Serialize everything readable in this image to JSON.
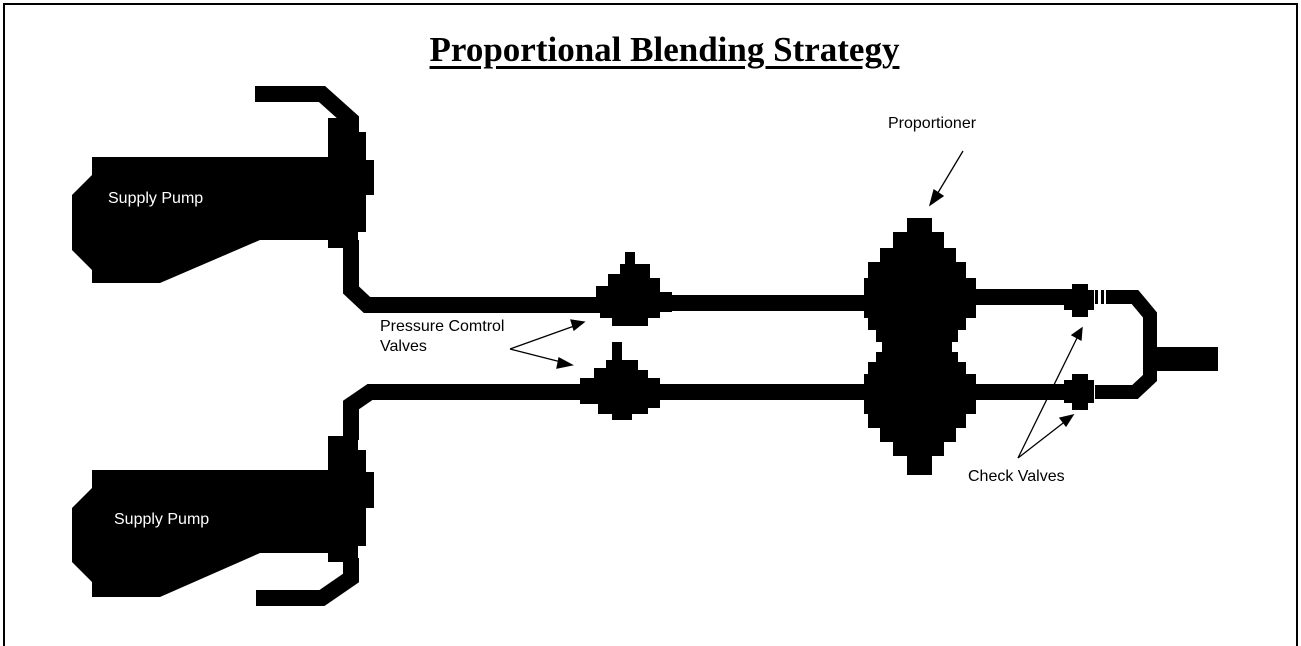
{
  "title": "Proportional Blending Strategy",
  "labels": {
    "supply_pump_top": "Supply Pump",
    "supply_pump_bottom": "Supply Pump",
    "proportioner": "Proportioner",
    "pressure_control_line1": "Pressure Comtrol",
    "pressure_control_line2": "Valves",
    "check_valves": "Check Valves"
  },
  "colors": {
    "ink": "#000000",
    "pump_text": "#ffffff"
  }
}
